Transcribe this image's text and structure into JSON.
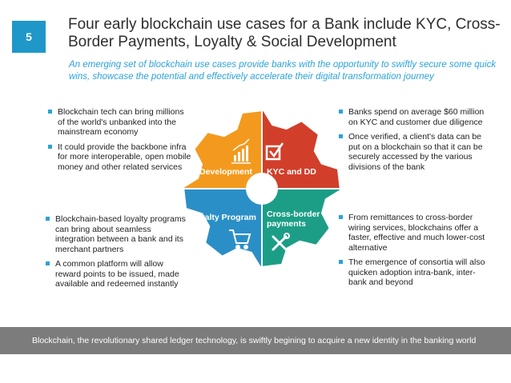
{
  "slide_number": "5",
  "title": "Four early blockchain use cases for a Bank include KYC, Cross-Border Payments, Loyalty & Social Development",
  "subtitle": "An emerging set of blockchain use cases provide banks with the opportunity to swiftly secure some quick wins, showcase the potential and effectively accelerate their digital transformation journey",
  "gear": {
    "development": "Development",
    "kyc": "KYC and DD",
    "loyalty": "Loyalty Program",
    "cross_border": "Cross-border payments",
    "colors": {
      "development": "#f39a1e",
      "kyc": "#d13f2a",
      "loyalty": "#2b8fc7",
      "cross_border": "#1c9e86"
    },
    "icons": {
      "development": "bar-chart-icon",
      "kyc": "checkbox-icon",
      "loyalty": "shopping-cart-icon",
      "cross_border": "tools-icon"
    }
  },
  "bullets": {
    "top_left": [
      "Blockchain tech can bring millions of the world's unbanked into the mainstream economy",
      "It could provide the backbone infra for more interoperable, open mobile money and other related services"
    ],
    "top_right": [
      "Banks spend on average $60 million on KYC and customer due diligence",
      "Once verified, a client's data can be put on a blockchain so that it can be securely accessed by the various divisions of the bank"
    ],
    "bottom_left": [
      "Blockchain-based loyalty programs can bring about seamless integration between a bank and its merchant partners",
      "A common platform will allow reward points to be issued, made available and redeemed instantly"
    ],
    "bottom_right": [
      "From remittances to cross-border wiring services, blockchains offer a faster, effective and much lower-cost alternative",
      "The emergence of consortia will also quicken adoption intra-bank, inter-bank and beyond"
    ]
  },
  "footer": "Blockchain, the revolutionary shared ledger technology, is swiftly begining to acquire a new identity in the banking world",
  "colors": {
    "accent": "#1f97c9",
    "subtitle": "#2aa3d8",
    "footer_bg": "#7c7c7c"
  }
}
